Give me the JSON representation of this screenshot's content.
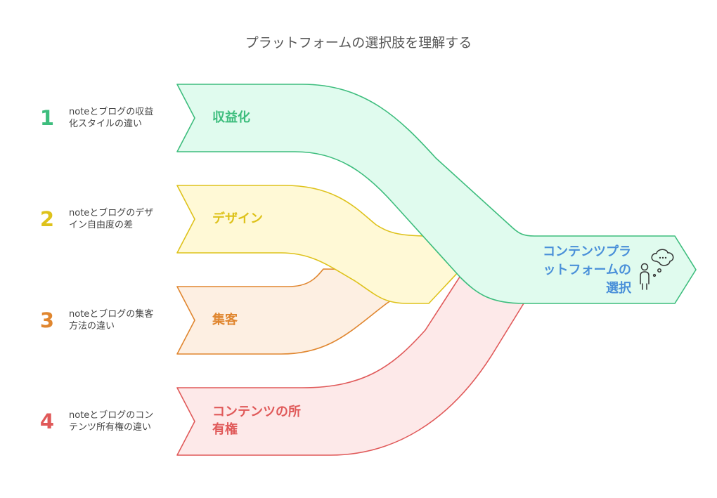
{
  "title": "プラットフォームの選択肢を理解する",
  "target": {
    "label": "コンテンツプラットフォームの選択",
    "line1": "コンテンツプラ",
    "line2": "ットフォームの",
    "line3": "選択",
    "icon": "person-thinking-icon"
  },
  "items": [
    {
      "number": "1",
      "label": "収益化",
      "desc_line1": "noteとブログの収益",
      "desc_line2": "化スタイルの違い",
      "stroke": "#3dbd7d",
      "fill": "#e0fbee"
    },
    {
      "number": "2",
      "label": "デザイン",
      "desc_line1": "noteとブログのデザ",
      "desc_line2": "イン自由度の差",
      "stroke": "#dec21b",
      "fill": "#fff9d6"
    },
    {
      "number": "3",
      "label": "集客",
      "desc_line1": "noteとブログの集客",
      "desc_line2": "方法の違い",
      "stroke": "#e0862f",
      "fill": "#fdefe2"
    },
    {
      "number": "4",
      "label_line1": "コンテンツの所",
      "label_line2": "有権",
      "desc_line1": "noteとブログのコン",
      "desc_line2": "テンツ所有権の違い",
      "stroke": "#e05959",
      "fill": "#fde9e9"
    }
  ]
}
